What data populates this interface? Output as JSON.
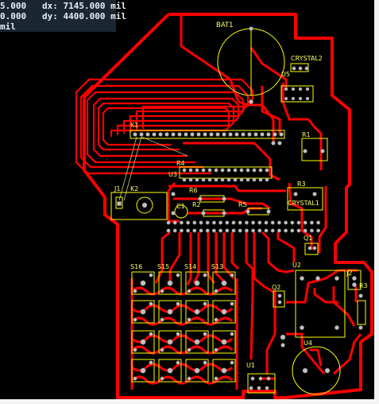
{
  "hud": {
    "line1_x": "5.000",
    "line1_dx": "dx: 7145.000 mil",
    "line2_y": "0.000",
    "line2_dy": "dy: 4400.000 mil",
    "line3_unit": "mil"
  },
  "colors": {
    "background": "#000000",
    "trace": "#ff0000",
    "silkscreen": "#ffff00",
    "pad": "#c0c0c0",
    "hud_bg": "#1b2633"
  },
  "designators": {
    "bat1": "BAT1",
    "crystal2": "CRYSTAL2",
    "u5": "U5",
    "k1": "K1",
    "r1": "R1",
    "r6": "R6",
    "r4": "R4",
    "u3": "U3",
    "j1": "J1",
    "k2": "K2",
    "r2": "R2",
    "r5": "R5",
    "c1": "C1",
    "r3_top": "R3",
    "crystal1": "CRYSTAL1",
    "q1": "Q1",
    "s16": "S16",
    "s15": "S15",
    "s14": "S14",
    "s13": "S13",
    "u2": "U2",
    "j2": "J2",
    "r3": "R3",
    "q2": "Q2",
    "u4": "U4",
    "u1": "U1"
  }
}
